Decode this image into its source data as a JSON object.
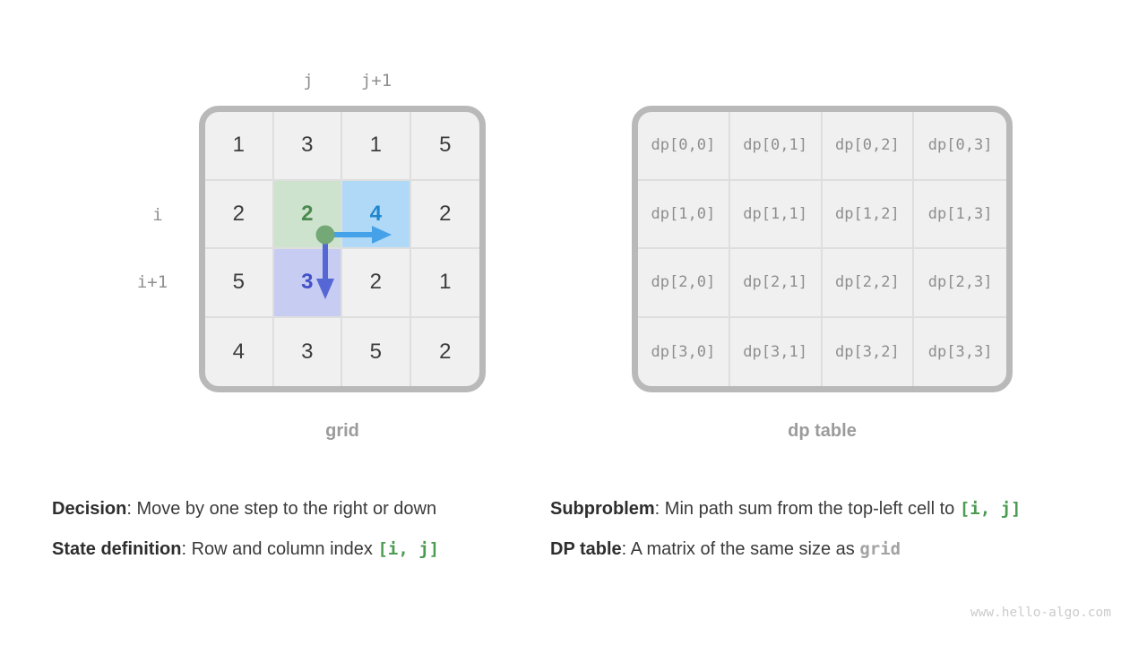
{
  "figure": {
    "left_grid": {
      "caption": "grid",
      "col_labels": [
        "j",
        "j+1"
      ],
      "row_labels": [
        "i",
        "i+1"
      ],
      "cells": [
        [
          "1",
          "3",
          "1",
          "5"
        ],
        [
          "2",
          "2",
          "4",
          "2"
        ],
        [
          "5",
          "3",
          "2",
          "1"
        ],
        [
          "4",
          "3",
          "5",
          "2"
        ]
      ],
      "highlighted": {
        "current_cell": "2",
        "move_right_cell": "4",
        "move_down_cell": "3"
      }
    },
    "dp_table": {
      "caption": "dp table",
      "cells": [
        [
          "dp[0,0]",
          "dp[0,1]",
          "dp[0,2]",
          "dp[0,3]"
        ],
        [
          "dp[1,0]",
          "dp[1,1]",
          "dp[1,2]",
          "dp[1,3]"
        ],
        [
          "dp[2,0]",
          "dp[2,1]",
          "dp[2,2]",
          "dp[2,3]"
        ],
        [
          "dp[3,0]",
          "dp[3,1]",
          "dp[3,2]",
          "dp[3,3]"
        ]
      ]
    }
  },
  "notes": {
    "decision_label": "Decision",
    "decision_text": ": Move by one step to the right or down",
    "state_label": "State definition",
    "state_text": ": Row and column index ",
    "state_code": "[i, j]",
    "subproblem_label": "Subproblem",
    "subproblem_text": ": Min path sum from the top-left cell to ",
    "subproblem_code": "[i, j]",
    "dp_label": "DP table",
    "dp_text": ": A matrix of the same size as ",
    "dp_code": "grid"
  },
  "watermark": "www.hello-algo.com",
  "colors": {
    "cell_bg": "#f0f0f1",
    "grid_border": "#b9b9b9",
    "current_cell_bg": "#cee3ce",
    "current_cell_text": "#4b8a4f",
    "right_cell_bg": "#b0d9f7",
    "right_cell_text": "#1f86cf",
    "down_cell_bg": "#c6ccf2",
    "down_cell_text": "#4250c8",
    "right_arrow": "#45a1e8",
    "down_arrow": "#5567d4",
    "state_dot": "#74a877",
    "code_green": "#4c9b52",
    "code_gray": "#a3a3a3"
  }
}
